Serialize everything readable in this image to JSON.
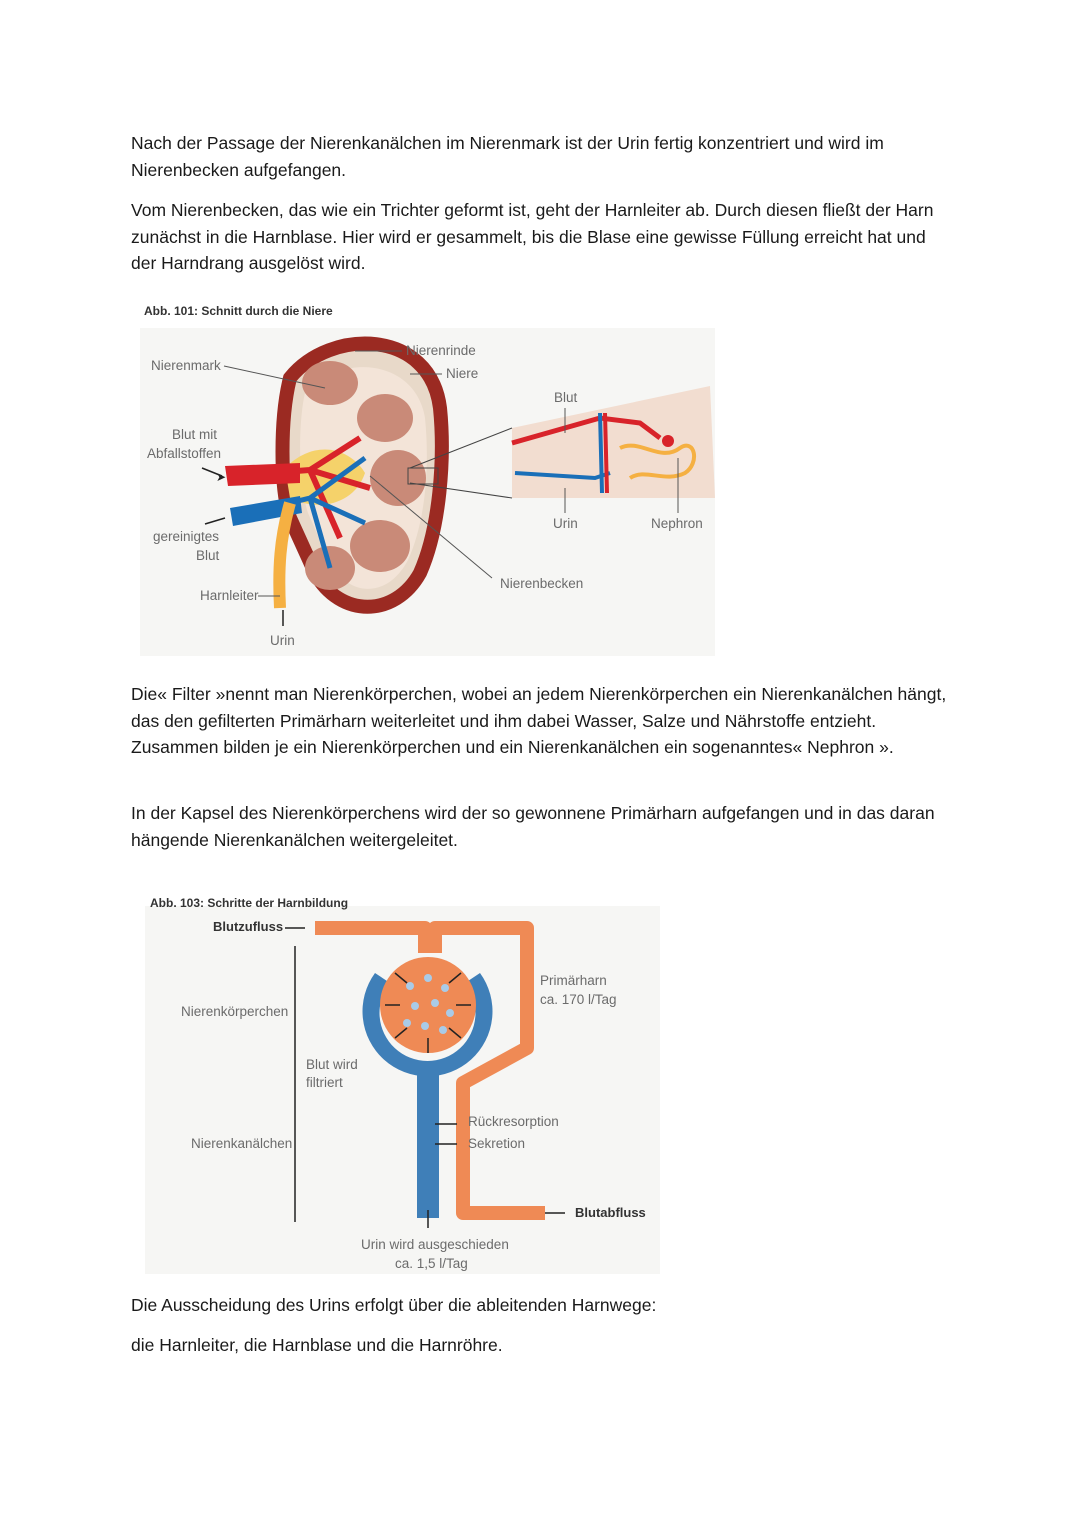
{
  "paragraphs": {
    "p1": "Nach der Passage der Nierenkanälchen im Nierenmark ist der Urin fertig konzentriert und wird im Nierenbecken aufgefangen.",
    "p2": "Vom Nierenbecken, das wie ein Trichter geformt ist, geht der Harnleiter ab. Durch diesen fließt der Harn zunächst in die Harnblase. Hier wird er gesammelt, bis die Blase eine gewisse Füllung erreicht hat und der Harndrang ausgelöst wird.",
    "p3": "Die« Filter »nennt man Nierenkörperchen, wobei an jedem Nierenkörperchen ein Nierenkanälchen hängt, das den gefilterten Primärharn weiterleitet und ihm dabei Wasser, Salze und Nährstoffe entzieht. Zusammen bilden je ein Nierenkörperchen und ein Nierenkanälchen ein sogenanntes« Nephron ».",
    "p4": "In der Kapsel des Nierenkörperchens wird der so gewonnene Primärharn aufgefangen und in das daran hängende Nierenkanälchen weitergeleitet.",
    "p5": "Die Ausscheidung des Urins erfolgt über die ableitenden Harnwege:",
    "p6": "die Harnleiter, die Harnblase und die Harnröhre."
  },
  "figure1": {
    "caption": "Abb. 101: Schnitt durch die Niere",
    "labels": {
      "nierenrinde": "Nierenrinde",
      "niere": "Niere",
      "nierenmark": "Nierenmark",
      "blut_mit_1": "Blut mit",
      "blut_mit_2": "Abfallstoffen",
      "gereinigtes_1": "gereinigtes",
      "gereinigtes_2": "Blut",
      "harnleiter": "Harnleiter",
      "urin_bottom": "Urin",
      "nierenbecken": "Nierenbecken",
      "blut": "Blut",
      "urin_detail": "Urin",
      "nephron": "Nephron"
    }
  },
  "figure2": {
    "caption": "Abb. 103: Schritte der Harnbildung",
    "labels": {
      "blutzufluss": "Blutzufluss",
      "nierenkoerperchen": "Nierenkörperchen",
      "blut_wird_1": "Blut wird",
      "blut_wird_2": "filtriert",
      "nierenkanaelchen": "Nierenkanälchen",
      "primaerharn_1": "Primärharn",
      "primaerharn_2": "ca. 170 l/Tag",
      "rueckresorption": "Rückresorption",
      "sekretion": "Sekretion",
      "blutabfluss": "Blutabfluss",
      "urin_1": "Urin wird ausgeschieden",
      "urin_2": "ca. 1,5 l/Tag"
    }
  },
  "colors": {
    "artery": "#d8232a",
    "vein": "#1a6fb8",
    "ureter": "#f5b042",
    "cortex": "#b5483a",
    "medulla": "#c98a78",
    "flow_orange": "#ef8a55",
    "flow_blue": "#3f7fb8"
  }
}
